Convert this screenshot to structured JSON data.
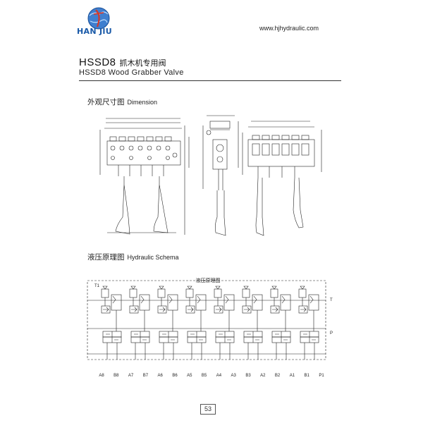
{
  "header": {
    "brand": "HAN JIU",
    "website": "www.hjhydraulic.com",
    "brand_colors": {
      "primary": "#1a5aa8",
      "accent": "#d23a2a"
    }
  },
  "product": {
    "model": "HSSD8",
    "name_zh": "抓木机专用阀",
    "name_en": "HSSD8 Wood Grabber Valve"
  },
  "sections": {
    "dimension": {
      "zh": "外观尺寸图",
      "en": "Dimension"
    },
    "schema": {
      "zh": "液压原理图",
      "en": "Hydraulic Schema"
    }
  },
  "schema": {
    "title": "液压原理图",
    "left_port": "T1",
    "right_ports": [
      "T",
      "P"
    ],
    "bottom_ports": [
      "A8",
      "B8",
      "A7",
      "B7",
      "A6",
      "B6",
      "A5",
      "B5",
      "A4",
      "A3",
      "B3",
      "A2",
      "B2",
      "A1",
      "B1",
      "P1"
    ]
  },
  "footer": {
    "page_number": "53"
  }
}
